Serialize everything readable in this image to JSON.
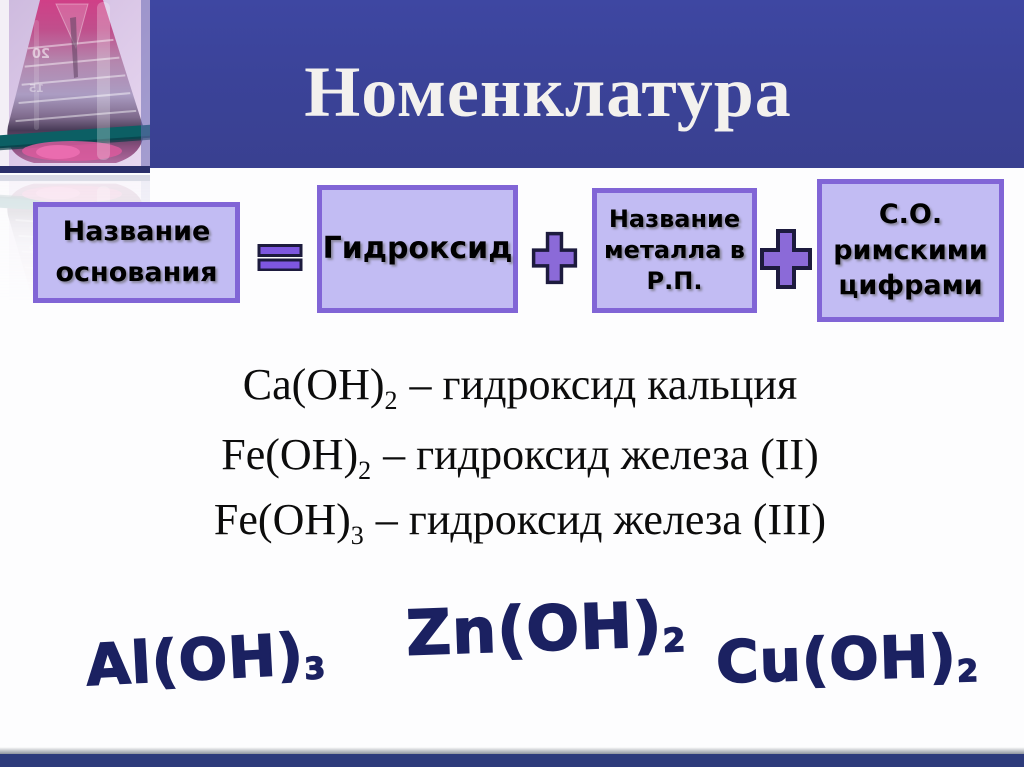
{
  "title": "Номенклатура",
  "colors": {
    "header_bg": "#3b4399",
    "box_fill": "#c2bcf3",
    "box_border": "#8165d6",
    "operator_fill": "#7e57e0",
    "formula_ink": "#1b2161",
    "footer_bar": "#2d3b7b"
  },
  "icons": {
    "flask": "flask-photo"
  },
  "diagram": {
    "boxes": [
      {
        "lines": [
          "Название",
          "основания"
        ]
      },
      {
        "lines": [
          "Гидроксид"
        ]
      },
      {
        "lines": [
          "Название",
          "металла в",
          "Р.П."
        ]
      },
      {
        "lines": [
          "С.О.",
          "римскими",
          "цифрами"
        ]
      }
    ],
    "operators": [
      "equals",
      "plus",
      "plus"
    ]
  },
  "examples": [
    {
      "formula": "Ca(OH)",
      "sub": "2",
      "rest": "– гидроксид кальция"
    },
    {
      "formula": "Fe(OH)",
      "sub": "2",
      "rest": "– гидроксид железа (II)"
    },
    {
      "formula": "Fe(OH)",
      "sub": "3",
      "rest": "– гидроксид железа (III)"
    }
  ],
  "bottom_formulas": [
    {
      "base": "Al(OH)",
      "sub": "3"
    },
    {
      "base": "Zn(OH)",
      "sub": "2"
    },
    {
      "base": "Cu(OH)",
      "sub": "2"
    }
  ]
}
